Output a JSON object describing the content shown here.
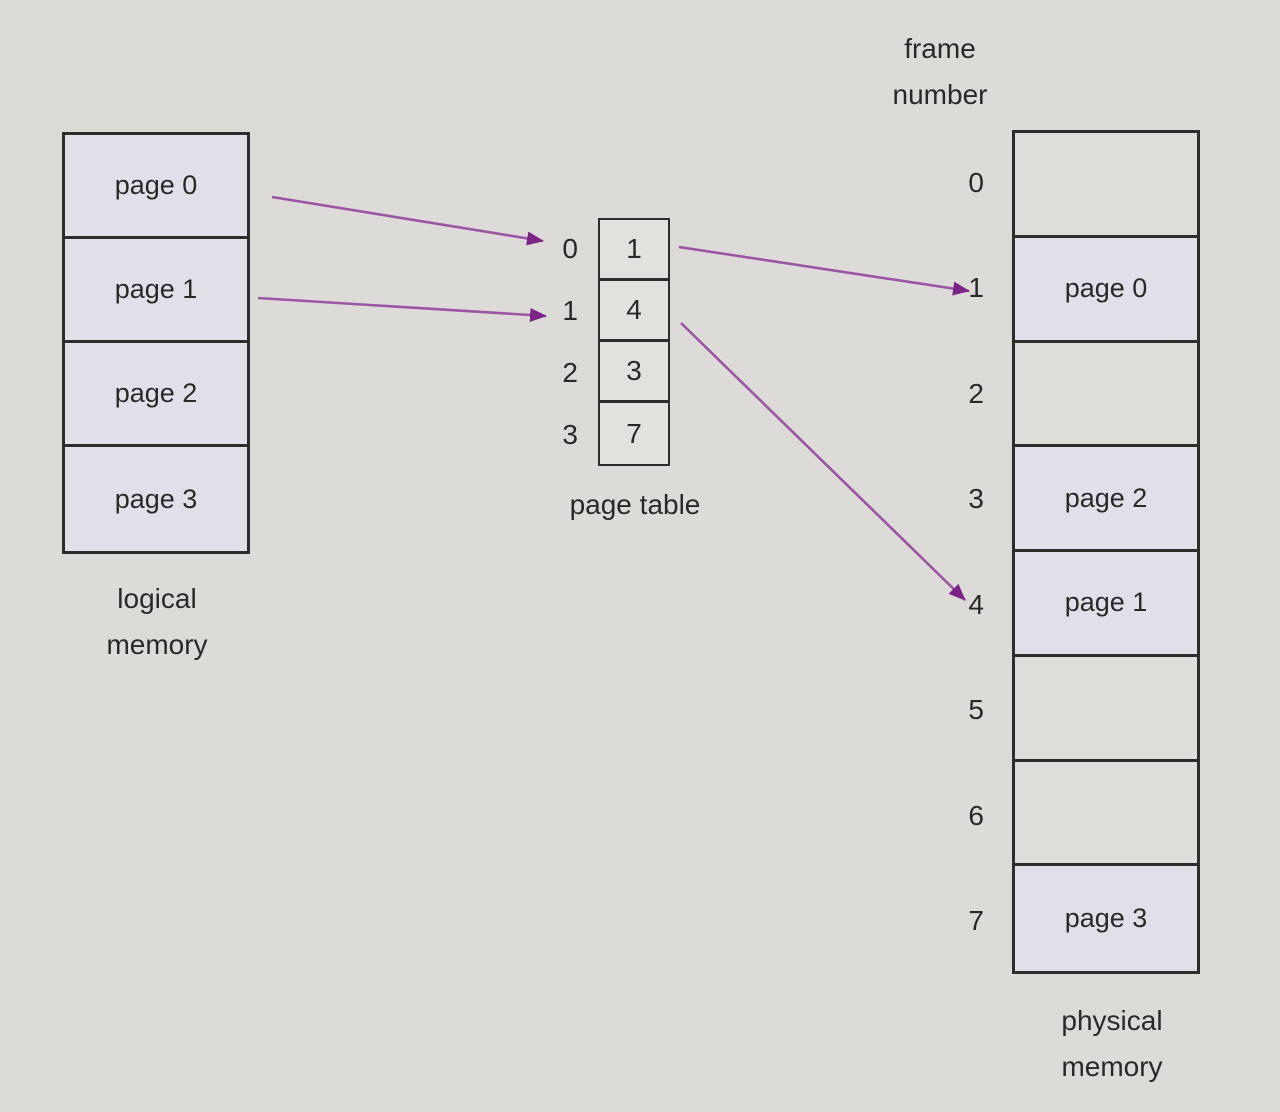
{
  "colors": {
    "background": "#dcdbd7",
    "box_border": "#2e2d2b",
    "page_cell_fill": "#e2dfe8",
    "empty_cell_fill": "#deddd9",
    "text": "#2a2927",
    "arrow_line": "#9a55a3",
    "arrow_head": "#7c2387"
  },
  "logical_memory": {
    "caption_line1": "logical",
    "caption_line2": "memory",
    "cells": [
      {
        "label": "page 0"
      },
      {
        "label": "page 1"
      },
      {
        "label": "page 2"
      },
      {
        "label": "page 3"
      }
    ]
  },
  "page_table": {
    "caption": "page table",
    "rows": [
      {
        "index": "0",
        "value": "1"
      },
      {
        "index": "1",
        "value": "4"
      },
      {
        "index": "2",
        "value": "3"
      },
      {
        "index": "3",
        "value": "7"
      }
    ]
  },
  "physical_memory": {
    "header_line1": "frame",
    "header_line2": "number",
    "caption_line1": "physical",
    "caption_line2": "memory",
    "frames": [
      {
        "number": "0",
        "content": ""
      },
      {
        "number": "1",
        "content": "page 0"
      },
      {
        "number": "2",
        "content": ""
      },
      {
        "number": "3",
        "content": "page 2"
      },
      {
        "number": "4",
        "content": "page 1"
      },
      {
        "number": "5",
        "content": ""
      },
      {
        "number": "6",
        "content": ""
      },
      {
        "number": "7",
        "content": "page 3"
      }
    ]
  }
}
